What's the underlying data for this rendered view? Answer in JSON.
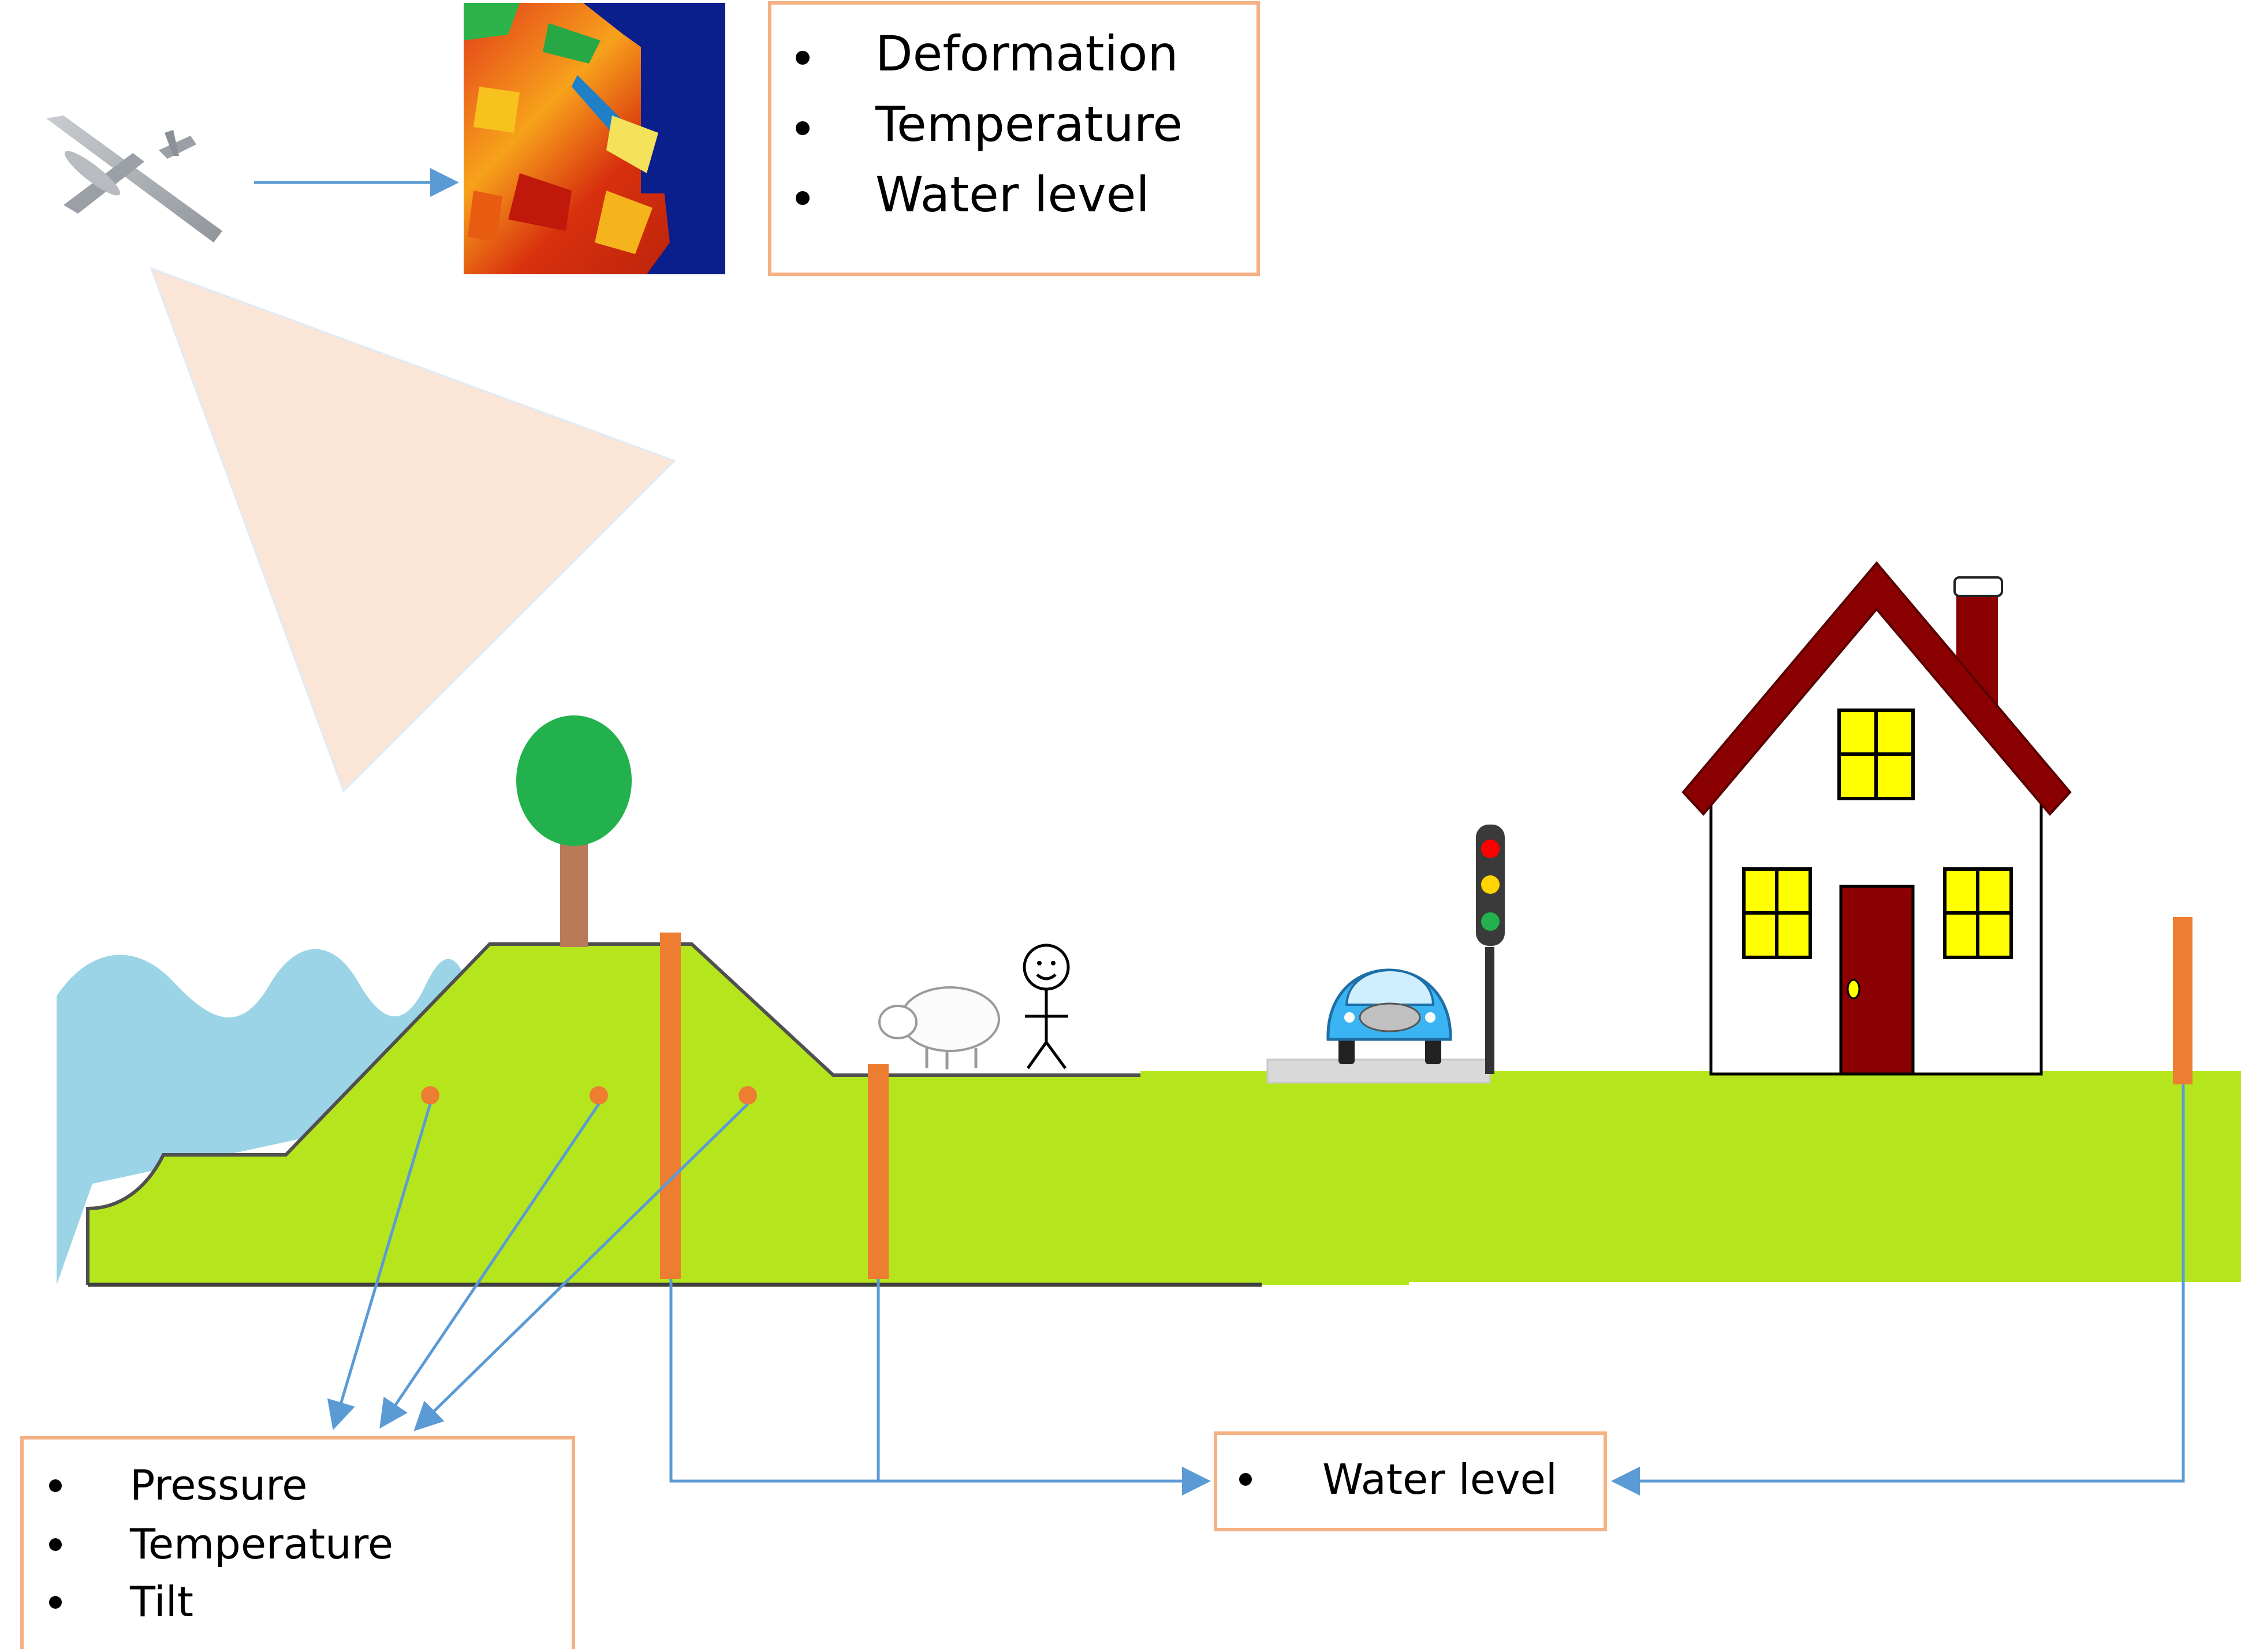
{
  "colors": {
    "arrow": "#5B9BD5",
    "box_border": "#F4B183",
    "grass": "#B5E61D",
    "water": "#9AD4E6",
    "sensor": "#ED7D31",
    "fov_cone": "#FBE5D6",
    "tree_leaves": "#22B14C",
    "tree_trunk": "#B97A57",
    "roof": "#8B0000",
    "window": "#FFFF00",
    "car": "#3AB4F2"
  },
  "icons": {
    "drone": "airplane-icon",
    "map": "satellite-map-image",
    "tree": "tree-icon",
    "sheep": "sheep-icon",
    "person": "stick-figure-icon",
    "car": "car-icon",
    "traffic_light": "traffic-light-icon",
    "house": "house-icon"
  },
  "remote_sensing_box": {
    "items": [
      "Deformation",
      "Temperature",
      "Water level"
    ]
  },
  "dike_sensor_box": {
    "items": [
      "Pressure",
      "Temperature",
      "Tilt"
    ]
  },
  "water_level_box": {
    "items": [
      "Water level"
    ]
  }
}
